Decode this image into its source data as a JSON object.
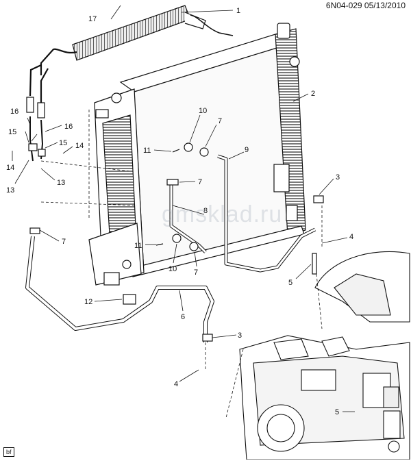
{
  "header": {
    "figure_ref": "6N04-029  05/13/2010"
  },
  "footer": {
    "tag": "bf"
  },
  "watermark": {
    "text": "gmsklad.ru"
  },
  "callouts": [
    {
      "id": "c1",
      "label": "1"
    },
    {
      "id": "c2",
      "label": "2"
    },
    {
      "id": "c3a",
      "label": "3"
    },
    {
      "id": "c3b",
      "label": "3"
    },
    {
      "id": "c4a",
      "label": "4"
    },
    {
      "id": "c4b",
      "label": "4"
    },
    {
      "id": "c5a",
      "label": "5"
    },
    {
      "id": "c5b",
      "label": "5"
    },
    {
      "id": "c6",
      "label": "6"
    },
    {
      "id": "c7a",
      "label": "7"
    },
    {
      "id": "c7b",
      "label": "7"
    },
    {
      "id": "c7c",
      "label": "7"
    },
    {
      "id": "c7d",
      "label": "7"
    },
    {
      "id": "c8",
      "label": "8"
    },
    {
      "id": "c9",
      "label": "9"
    },
    {
      "id": "c10a",
      "label": "10"
    },
    {
      "id": "c10b",
      "label": "10"
    },
    {
      "id": "c11a",
      "label": "11"
    },
    {
      "id": "c11b",
      "label": "11"
    },
    {
      "id": "c12",
      "label": "12"
    },
    {
      "id": "c13a",
      "label": "13"
    },
    {
      "id": "c13b",
      "label": "13"
    },
    {
      "id": "c14a",
      "label": "14"
    },
    {
      "id": "c14b",
      "label": "14"
    },
    {
      "id": "c15a",
      "label": "15"
    },
    {
      "id": "c15b",
      "label": "15"
    },
    {
      "id": "c16a",
      "label": "16"
    },
    {
      "id": "c16b",
      "label": "16"
    },
    {
      "id": "c17",
      "label": "17"
    }
  ]
}
